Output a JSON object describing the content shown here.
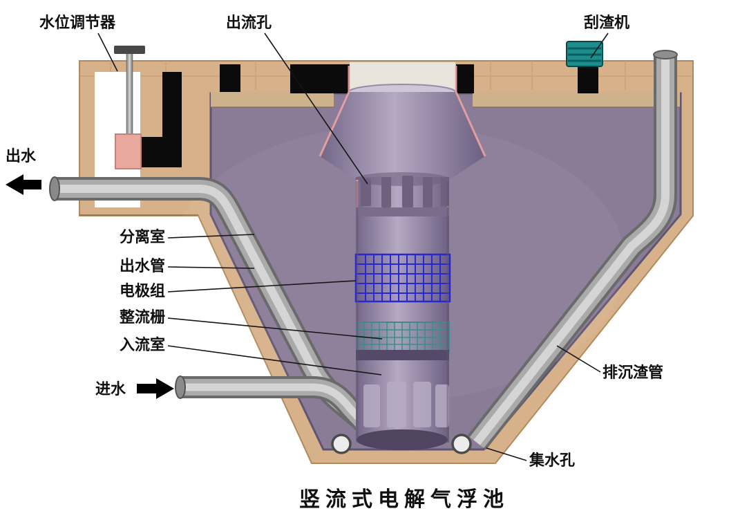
{
  "diagram": {
    "title": "竖流式电解气浮池",
    "labels": {
      "water_level_regulator": "水位调节器",
      "outflow_hole": "出流孔",
      "scum_scraper": "刮渣机",
      "outlet_water": "出水",
      "separation_chamber": "分离室",
      "outlet_pipe": "出水管",
      "electrode_group": "电极组",
      "rectifier_grid": "整流栅",
      "inflow_chamber": "入流室",
      "inlet_water": "进水",
      "sludge_discharge_pipe": "排沉渣管",
      "water_collection_hole": "集水孔"
    },
    "colors": {
      "tank_wall": "#d6b189",
      "interior": "#8a7b96",
      "scraper": "#1d8e8e",
      "regulator_box": "#e9a89e",
      "electrode_grid": "#2828cc",
      "rectifier_grid": "#3d8b8b",
      "pipe": "#a9a9a9",
      "edge_highlight": "#eba3a3"
    }
  }
}
